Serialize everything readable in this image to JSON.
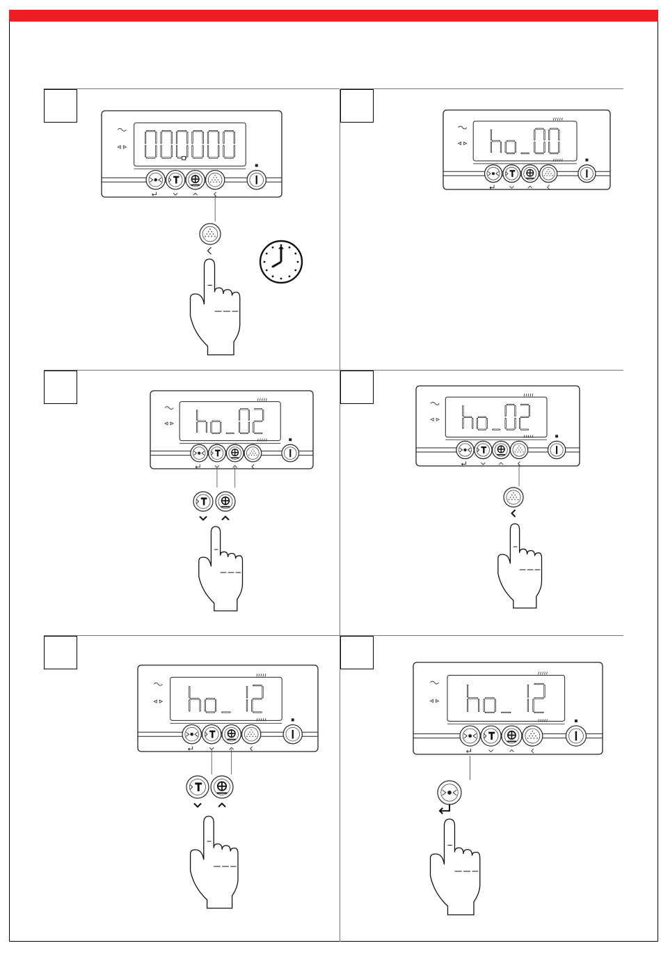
{
  "header": {
    "bar_color": "#ee1c23"
  },
  "steps": [
    {
      "number": "",
      "display": "000000",
      "finger_button": "clock",
      "clock": true
    },
    {
      "number": "",
      "display": "ho_00"
    },
    {
      "number": "",
      "display": "ho_02",
      "finger_buttons": [
        "temp",
        "plus"
      ]
    },
    {
      "number": "",
      "display": "ho_02",
      "finger_button": "clock"
    },
    {
      "number": "",
      "display": "ho_12",
      "finger_buttons": [
        "temp",
        "plus"
      ]
    },
    {
      "number": "",
      "display": "ho_12",
      "finger_button": "enter"
    }
  ],
  "control_buttons": [
    "mode-button",
    "temperature-down-button",
    "plus-up-button",
    "clock-left-button",
    "power-button"
  ],
  "icons": [
    "tilde-icon",
    "fan-icon",
    "enter-icon",
    "chevron-down-icon",
    "chevron-up-icon",
    "chevron-left-icon",
    "clock-icon",
    "hand-pointer-icon"
  ]
}
